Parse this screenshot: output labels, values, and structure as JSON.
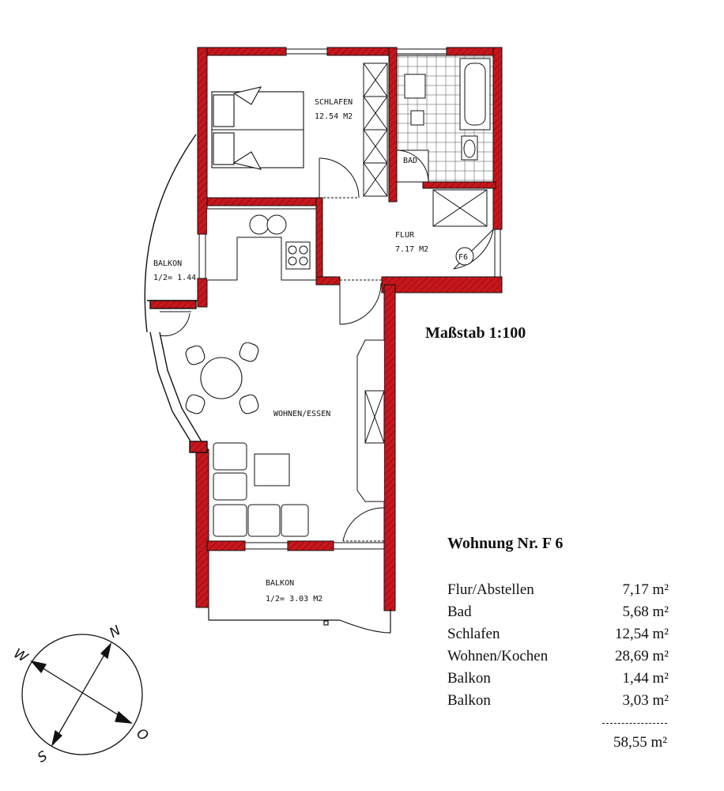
{
  "scale_label": "Maßstab 1:100",
  "apartment": {
    "title": "Wohnung Nr. F 6",
    "areas": [
      {
        "name": "Flur/Abstellen",
        "value": "7,17 m²"
      },
      {
        "name": "Bad",
        "value": "5,68 m²"
      },
      {
        "name": "Schlafen",
        "value": "12,54 m²"
      },
      {
        "name": "Wohnen/Kochen",
        "value": "28,69 m²"
      },
      {
        "name": "Balkon",
        "value": "1,44 m²"
      },
      {
        "name": "Balkon",
        "value": "3,03 m²"
      }
    ],
    "total": "58,55 m²"
  },
  "rooms": {
    "schlafen": {
      "name": "SCHLAFEN",
      "area": "12.54 M2"
    },
    "bad": {
      "name": "BAD"
    },
    "flur": {
      "name": "FLUR",
      "area": "7.17 M2"
    },
    "flur_tag": "F6",
    "balkon_left": {
      "name": "BALKON",
      "area": "1/2= 1.44"
    },
    "wohnen": {
      "name": "WOHNEN/ESSEN"
    },
    "balkon_bottom": {
      "name": "BALKON",
      "area": "1/2= 3.03 M2"
    }
  },
  "compass": {
    "n": "N",
    "s": "S",
    "w": "W",
    "o": "O"
  },
  "colors": {
    "wall": "#c8161d",
    "line": "#111111"
  }
}
